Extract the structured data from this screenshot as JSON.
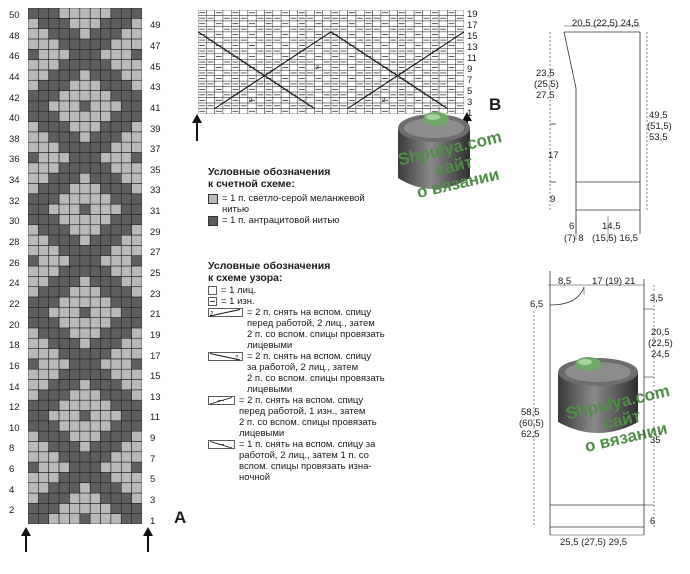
{
  "chart_a": {
    "label": "A",
    "left_numbers": [
      "50",
      "48",
      "46",
      "44",
      "42",
      "40",
      "38",
      "36",
      "34",
      "32",
      "30",
      "28",
      "26",
      "24",
      "22",
      "20",
      "18",
      "16",
      "14",
      "12",
      "10",
      "8",
      "6",
      "4",
      "2"
    ],
    "right_numbers": [
      "49",
      "47",
      "45",
      "43",
      "41",
      "39",
      "37",
      "35",
      "33",
      "31",
      "29",
      "27",
      "25",
      "23",
      "21",
      "19",
      "17",
      "15",
      "13",
      "11",
      "9",
      "7",
      "5",
      "3",
      "1"
    ],
    "colors": {
      "light": "#b9b9b9",
      "dark": "#5e5e5e",
      "grid": "#222222"
    }
  },
  "chart_b": {
    "label": "B",
    "row_numbers": [
      "19",
      "17",
      "15",
      "13",
      "11",
      "9",
      "7",
      "5",
      "3",
      "1"
    ],
    "mini_numbers": [
      "2",
      "2",
      "2"
    ]
  },
  "legend_color": {
    "heading": "Условные обозначения\nк счетной схеме:",
    "items": [
      {
        "color": "#b9b9b9",
        "text": "= 1 п. светло-серой меланжевой\nнитью"
      },
      {
        "color": "#5e5e5e",
        "text": "= 1 п. антрацитовой нитью"
      }
    ]
  },
  "legend_pattern": {
    "heading": "Условные обозначения\nк схеме узора:",
    "items": [
      {
        "sym": "knit",
        "text": "= 1 лиц."
      },
      {
        "sym": "purl",
        "text": "= 1 изн."
      },
      {
        "sym": "c1",
        "text": "= 2 п. снять на вспом. спицу\nперед работой, 2 лиц., затем\n2 п. со вспом. спицы провязать\nлицевыми"
      },
      {
        "sym": "c2",
        "text": "= 2 п. снять на вспом. спицу\nза работой, 2 лиц., затем\n2 п. со вспом. спицы провязать\nлицевыми"
      },
      {
        "sym": "c3",
        "text": "= 2 п. снять на вспом. спицу\nперед работой, 1 изн., затем\n2 п. со вспом. спицы провязать\nлицевыми"
      },
      {
        "sym": "c4",
        "text": "= 1 п. снять на вспом. спицу за\nработой, 2 лиц., затем 1 п. со\nвспом. спицы провязать изна-\nночной"
      }
    ]
  },
  "watermark": {
    "line1": "Shpulya.com",
    "line2": "сайт",
    "line3": "о вязании"
  },
  "sleeve": {
    "top": "20,5 (22,5) 24,5",
    "left1": "23,5",
    "left2": "(25,5)",
    "left3": "27,5",
    "right1": "49,5",
    "right2": "(51,5)",
    "right3": "53,5",
    "mid": "17",
    "low": "9",
    "bottom_small": "6",
    "bottom_small2": "(7) 8",
    "bottom_large": "14,5",
    "bottom_large2": "(15,5) 16,5"
  },
  "body_piece": {
    "top_left": "8,5",
    "top_right": "17 (19) 21",
    "neck_left": "6,5",
    "neck_right": "3,5",
    "right_a1": "20,5",
    "right_a2": "(22,5)",
    "right_a3": "24,5",
    "left_a1": "58,5",
    "left_a2": "(60,5)",
    "left_a3": "62,5",
    "right_b": "35",
    "right_c": "6",
    "bottom": "25,5 (27,5) 29,5"
  }
}
